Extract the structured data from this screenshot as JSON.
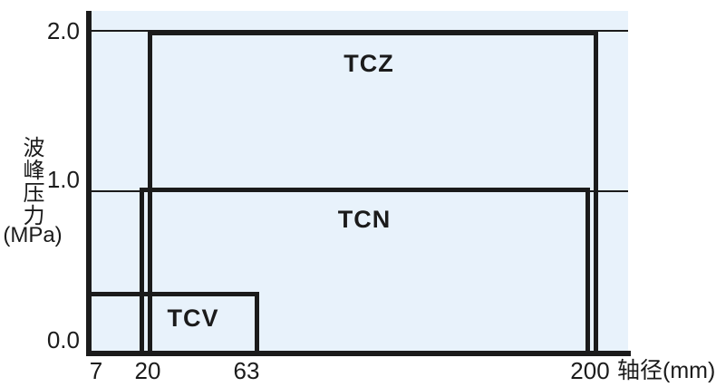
{
  "chart_data": {
    "type": "area",
    "title": "",
    "description": "Operating range chart: crest pressure (MPa) vs shaft diameter (mm) for products TCZ, TCN, TCV",
    "x_axis": {
      "label": "轴径(mm)",
      "unit": "mm",
      "ticks": [
        "7",
        "20",
        "63",
        "200"
      ],
      "tick_values": [
        7,
        20,
        63,
        200
      ],
      "scale": "schematic"
    },
    "y_axis": {
      "label": "波峰压力",
      "unit_label": "(MPa)",
      "unit": "MPa",
      "ticks": [
        "0.0",
        "1.0",
        "2.0"
      ],
      "tick_values": [
        0,
        1.0,
        2.0
      ],
      "range": [
        0,
        2.0
      ],
      "gridline_values": [
        1.0,
        2.0
      ]
    },
    "regions": [
      {
        "name": "TCZ",
        "x_min": 20,
        "x_max": 200,
        "y_min": 0,
        "y_max": 2.0
      },
      {
        "name": "TCN",
        "x_min": 20,
        "x_max": 200,
        "y_min": 0,
        "y_max": 1.0
      },
      {
        "name": "TCV",
        "x_min": 7,
        "x_max": 63,
        "y_min": 0,
        "y_max": 0.35
      }
    ],
    "legend": "none",
    "grid": "horizontal gridlines at 1.0 and 2.0 MPa",
    "colors": {
      "plot_background": "#e8f2fb",
      "line": "#1b1b1b",
      "page_background": "#ffffff"
    }
  }
}
